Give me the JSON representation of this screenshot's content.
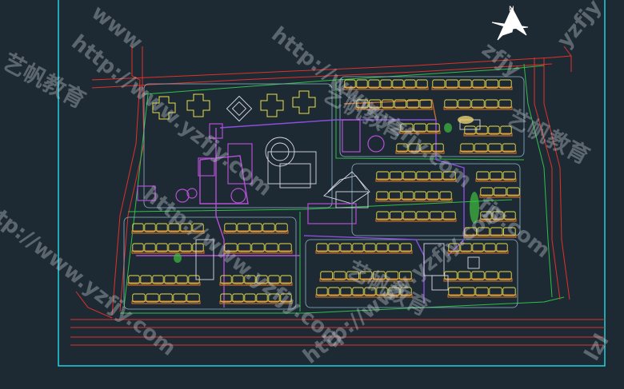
{
  "drawing": {
    "background": "#1e2a33",
    "colors": {
      "frame": "#1fd3e0",
      "road_red": "#e0302a",
      "road_green": "#2fbf4a",
      "building": "#e8e04a",
      "building_fill": "#1e2a33",
      "podium": "#c46a30",
      "path_purple": "#b54fd6",
      "path_violet": "#8a4fe0",
      "public_outline": "#d8d8e8",
      "tree": "#3fbf3f",
      "block_outline": "#8fb4c8"
    },
    "north_arrow": {
      "label": "N"
    }
  },
  "watermarks": {
    "url": "http://www.yzfjy.com",
    "brand": "艺帆教育",
    "fragments": [
      "www",
      "yzfjy",
      "fjy.com",
      "zfjy",
      "lzl"
    ]
  }
}
